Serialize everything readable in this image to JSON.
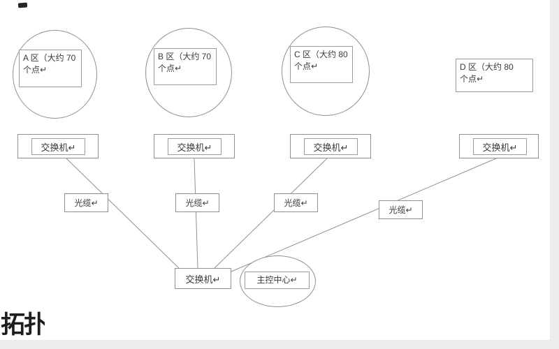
{
  "diagram": {
    "title_semantic": "campus-network-topology",
    "zones": [
      {
        "name": "A",
        "line1": "A 区（大约 70",
        "line2": "个点↵"
      },
      {
        "name": "B",
        "line1": "B 区（大约 70",
        "line2": "个点↵"
      },
      {
        "name": "C",
        "line1": "C 区（大约 80",
        "line2": "个点↵"
      },
      {
        "name": "D",
        "line1": "D 区（大约 80",
        "line2": "个点↵"
      }
    ],
    "switch_label": "交换机↵",
    "cable_label": "光缆↵",
    "center_switch_label": "交换机↵",
    "control_center_label": "主控中心↵",
    "caption_fragment": "拓扑"
  },
  "colors": {
    "line": "#8f8f8f",
    "text": "#3a3a3a",
    "background": "#ffffff"
  }
}
